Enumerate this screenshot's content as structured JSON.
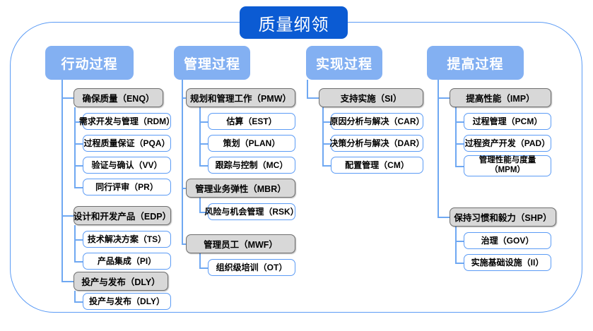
{
  "diagram": {
    "title": "质量纲领",
    "columns": [
      {
        "header": "行动过程",
        "groups": [
          {
            "label": "确保质量（ENQ）",
            "items": [
              "需求开发与管理（RDM）",
              "过程质量保证（PQA）",
              "验证与确认（VV）",
              "同行评审（PR）"
            ]
          },
          {
            "label": "设计和开发产品（EDP）",
            "items": [
              "技术解决方案（TS）",
              "产品集成（PI）"
            ]
          },
          {
            "label": "投产与发布（DLY）",
            "items": [
              "投产与发布（DLY）"
            ]
          }
        ]
      },
      {
        "header": "管理过程",
        "groups": [
          {
            "label": "规划和管理工作（PMW）",
            "items": [
              "估算（EST）",
              "策划（PLAN）",
              "跟踪与控制（MC）"
            ]
          },
          {
            "label": "管理业务弹性（MBR）",
            "items": [
              "风险与机会管理（RSK）"
            ]
          },
          {
            "label": "管理员工（MWF）",
            "items": [
              "组织级培训（OT）"
            ]
          }
        ]
      },
      {
        "header": "实现过程",
        "groups": [
          {
            "label": "支持实施（SI）",
            "items": [
              "原因分析与解决（CAR）",
              "决策分析与解决（DAR）",
              "配置管理（CM）"
            ]
          }
        ]
      },
      {
        "header": "提高过程",
        "groups": [
          {
            "label": "提高性能（IMP）",
            "items": [
              "过程管理（PCM）",
              "过程资产开发（PAD）",
              "管理性能与度量\n（MPM）"
            ]
          },
          {
            "label": "保持习惯和毅力（SHP）",
            "items": [
              "治理（GOV）",
              "实施基础设施（II）"
            ]
          }
        ]
      }
    ]
  },
  "colors": {
    "root_fill": "#0B5BD3",
    "header_fill": "#83B0F2",
    "group_fill": "#D8D8D8",
    "group_border": "#6E6E6E",
    "item_border": "#5B9BF5",
    "connector": "#6FA8F2",
    "frame_border": "#5B9BF5"
  }
}
